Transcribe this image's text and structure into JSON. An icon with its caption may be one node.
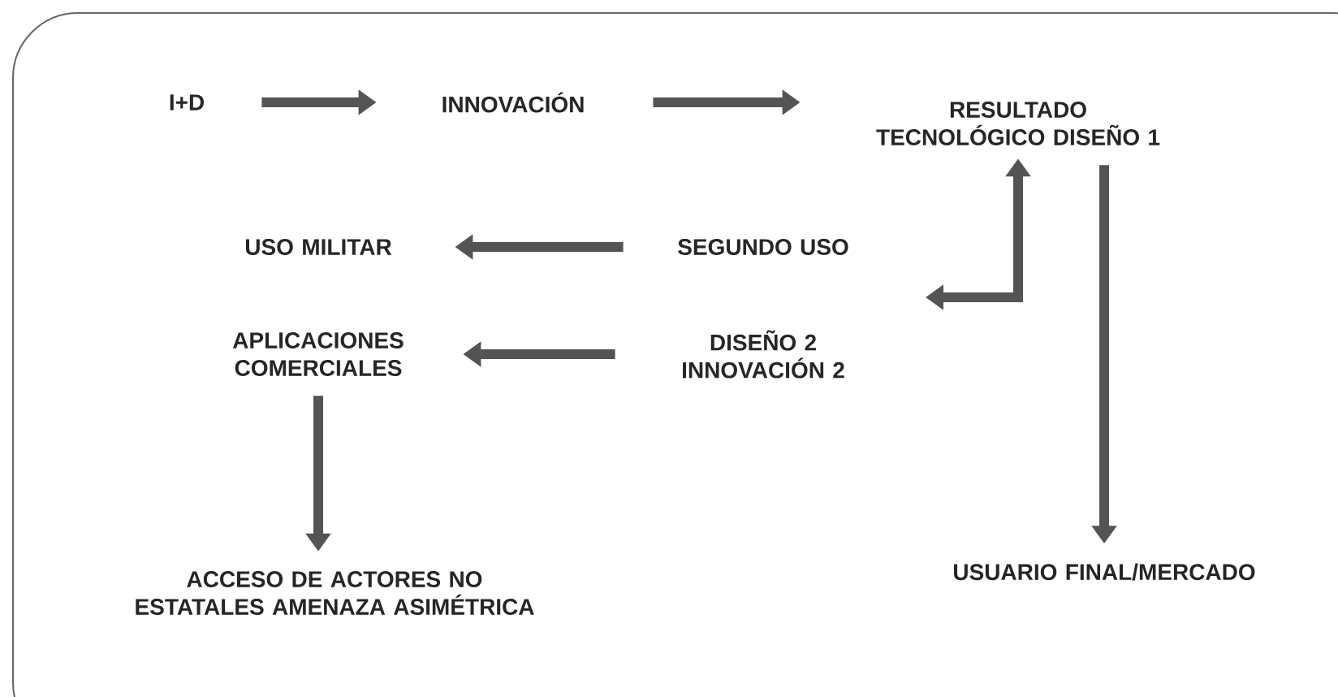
{
  "diagram": {
    "nodes": [
      {
        "text": [
          "I+D"
        ]
      },
      {
        "text": [
          "INNOVACIÓN"
        ]
      },
      {
        "text": [
          "RESULTADO TECNOLÓGICO DISEÑO 1"
        ]
      },
      {
        "text": [
          "USO MILITAR"
        ]
      },
      {
        "text": [
          "SEGUNDO USO"
        ]
      },
      {
        "text": [
          "APLICACIONES COMERCIALES"
        ]
      },
      {
        "text": [
          "DISEÑO 2 INNOVACIÓN 2"
        ]
      },
      {
        "text": [
          "ACCESO DE ACTORES NO ESTATALES AMENAZA ASIMÉTRICA"
        ]
      },
      {
        "text": [
          "USUARIO FINAL/MERCADO"
        ]
      }
    ],
    "edges": [
      {
        "from": 0,
        "to": 1,
        "arrow": "to"
      },
      {
        "from": 1,
        "to": 2,
        "arrow": "to"
      },
      {
        "from": 4,
        "to": 3,
        "arrow": "to"
      },
      {
        "from": 6,
        "to": 5,
        "arrow": "to"
      },
      {
        "from": 5,
        "to": 7,
        "arrow": "to"
      },
      {
        "from": 2,
        "to": 8,
        "arrow": "to"
      },
      {
        "from": 2,
        "to": null,
        "arrow": "both"
      }
    ]
  }
}
